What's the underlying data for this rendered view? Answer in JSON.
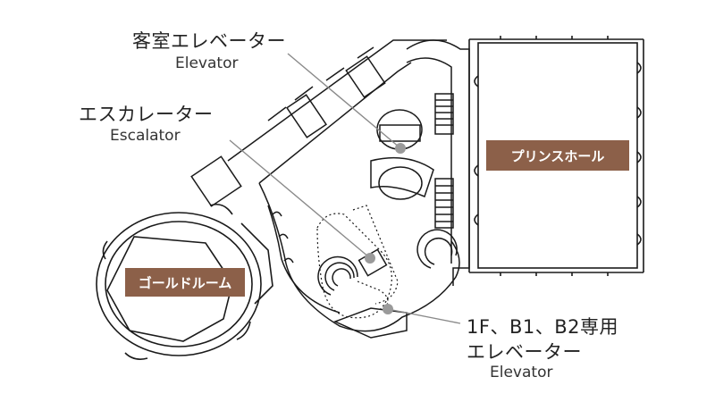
{
  "labels": {
    "guest_elevator": {
      "jp": "客室エレベーター",
      "en": "Elevator"
    },
    "escalator": {
      "jp": "エスカレーター",
      "en": "Escalator"
    },
    "basement_elevator": {
      "jp_line1": "1F、B1、B2専用",
      "jp_line2": "エレベーター",
      "en": "Elevator"
    }
  },
  "rooms": {
    "prince_hall": "プリンスホール",
    "gold_room": "ゴールドルーム"
  },
  "colors": {
    "room_tag": "#8c6049",
    "walls": "#1a1a1a",
    "leader": "#8a8a8a",
    "pin": "#9a9a9a"
  }
}
